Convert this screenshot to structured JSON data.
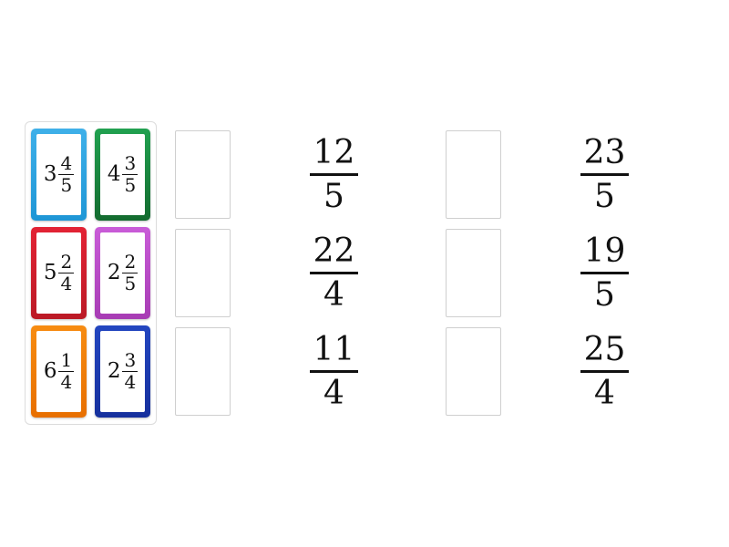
{
  "board": {
    "background": "#ffffff",
    "pool_border_color": "#dcdcdc",
    "slot_border_color": "#cfcfcf",
    "text_color": "#111111"
  },
  "card_pool": {
    "cards": [
      {
        "whole": "3",
        "numerator": "4",
        "denominator": "5",
        "color_top": "#3fb0e9",
        "color_bottom": "#1e96d6"
      },
      {
        "whole": "4",
        "numerator": "3",
        "denominator": "5",
        "color_top": "#21a150",
        "color_bottom": "#136b2f"
      },
      {
        "whole": "5",
        "numerator": "2",
        "denominator": "4",
        "color_top": "#e32334",
        "color_bottom": "#bb1a26"
      },
      {
        "whole": "2",
        "numerator": "2",
        "denominator": "5",
        "color_top": "#c95cd8",
        "color_bottom": "#a73cb4"
      },
      {
        "whole": "6",
        "numerator": "1",
        "denominator": "4",
        "color_top": "#f78c12",
        "color_bottom": "#e76f00"
      },
      {
        "whole": "2",
        "numerator": "3",
        "denominator": "4",
        "color_top": "#2346c0",
        "color_bottom": "#16309d"
      }
    ]
  },
  "answers": {
    "column1": [
      {
        "numerator": "12",
        "denominator": "5"
      },
      {
        "numerator": "22",
        "denominator": "4"
      },
      {
        "numerator": "11",
        "denominator": "4"
      }
    ],
    "column2": [
      {
        "numerator": "23",
        "denominator": "5"
      },
      {
        "numerator": "19",
        "denominator": "5"
      },
      {
        "numerator": "25",
        "denominator": "4"
      }
    ]
  }
}
